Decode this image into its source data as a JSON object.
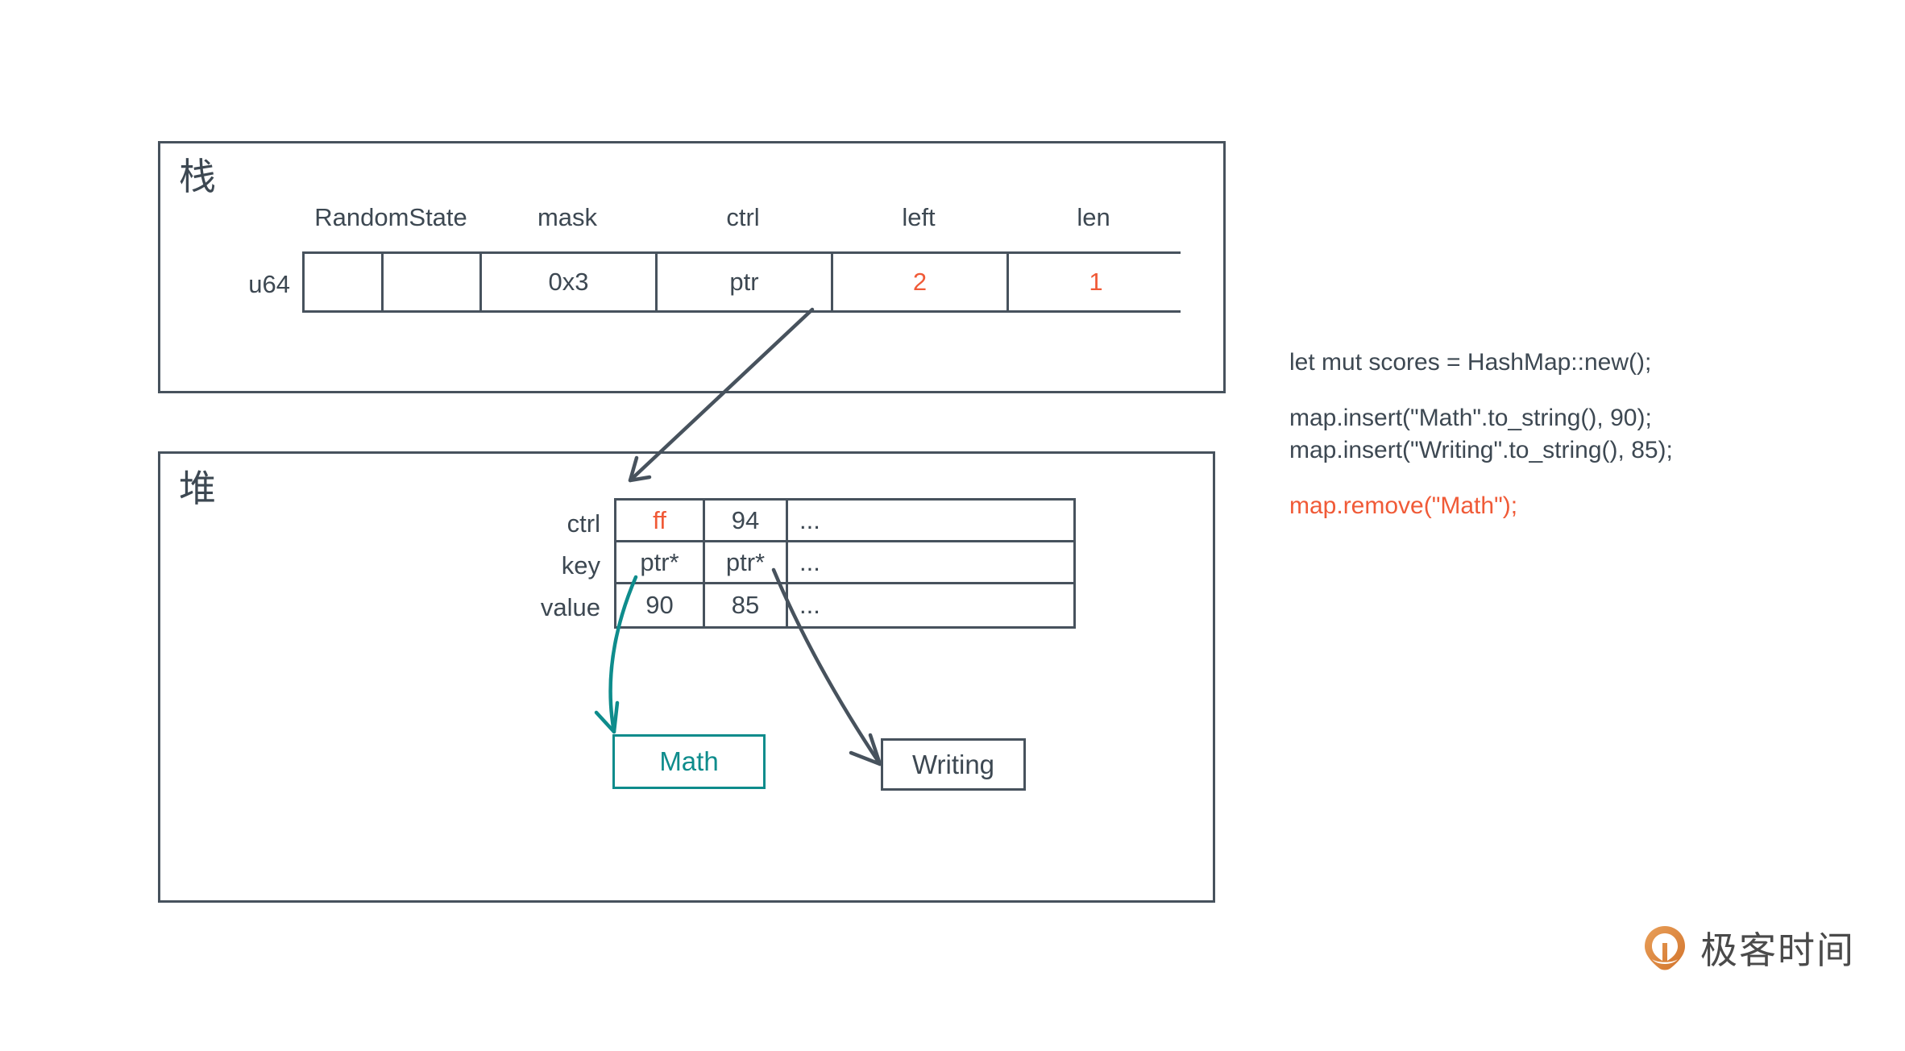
{
  "colors": {
    "ink": "#3d4852",
    "stroke": "#47525d",
    "accent_orange": "#f05a37",
    "accent_teal": "#0e8c8c",
    "background": "#ffffff"
  },
  "stack": {
    "label": "栈",
    "row_label": "u64",
    "headers": [
      {
        "text": "RandomState"
      },
      {
        "text": "mask"
      },
      {
        "text": "ctrl"
      },
      {
        "text": "left"
      },
      {
        "text": "len"
      }
    ],
    "cells": [
      {
        "text": "",
        "accent": false
      },
      {
        "text": "",
        "accent": false
      },
      {
        "text": "0x3",
        "accent": false
      },
      {
        "text": "ptr",
        "accent": false
      },
      {
        "text": "2",
        "accent": true
      },
      {
        "text": "1",
        "accent": true
      }
    ]
  },
  "heap": {
    "label": "堆",
    "row_labels": [
      "ctrl",
      "key",
      "value"
    ],
    "rows": [
      {
        "name": "ctrl",
        "cells": [
          {
            "text": "ff",
            "accent": true
          },
          {
            "text": "94",
            "accent": false
          },
          {
            "text": "...",
            "accent": false
          }
        ]
      },
      {
        "name": "key",
        "cells": [
          {
            "text": "ptr*",
            "accent": false
          },
          {
            "text": "ptr*",
            "accent": false
          },
          {
            "text": "...",
            "accent": false
          }
        ]
      },
      {
        "name": "value",
        "cells": [
          {
            "text": "90",
            "accent": false
          },
          {
            "text": "85",
            "accent": false
          },
          {
            "text": "...",
            "accent": false
          }
        ]
      }
    ],
    "string_boxes": [
      {
        "name": "math",
        "text": "Math",
        "color": "#0e8c8c"
      },
      {
        "name": "writing",
        "text": "Writing",
        "color": "#47525d"
      }
    ]
  },
  "code": {
    "blocks": [
      {
        "accent": false,
        "lines": [
          "let mut scores = HashMap::new();"
        ]
      },
      {
        "accent": false,
        "lines": [
          "map.insert(\"Math\".to_string(), 90);",
          "map.insert(\"Writing\".to_string(), 85);"
        ]
      },
      {
        "accent": true,
        "lines": [
          "map.remove(\"Math\");"
        ]
      }
    ]
  },
  "brand": {
    "text": "极客时间",
    "mark_color": "#e08a42"
  }
}
